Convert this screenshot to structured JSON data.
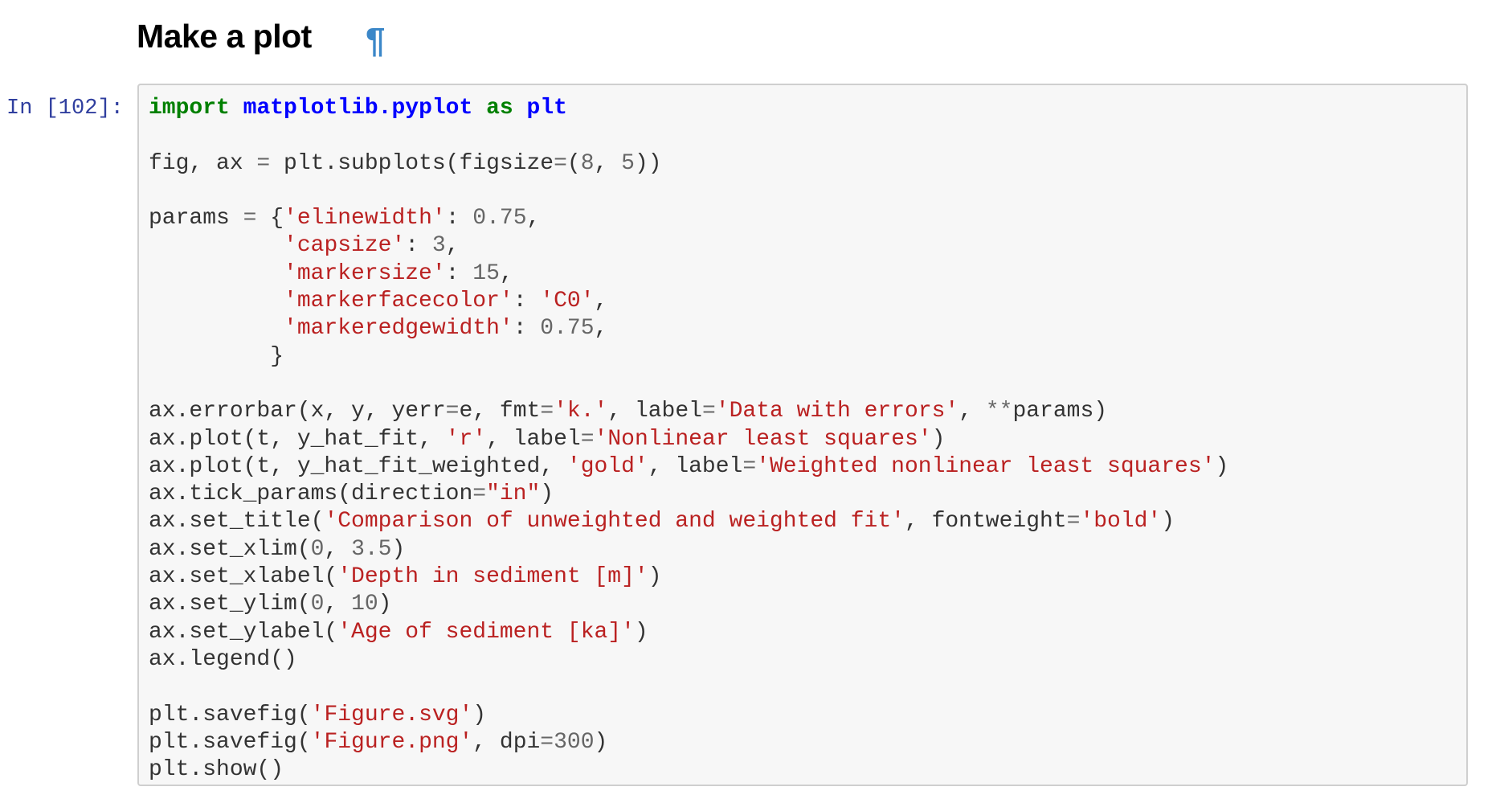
{
  "heading": {
    "title": "Make a plot",
    "anchor": "¶"
  },
  "cell": {
    "prompt": "In [102]:",
    "lines": [
      [
        [
          "kw",
          "import"
        ],
        [
          "txt",
          " "
        ],
        [
          "mod",
          "matplotlib.pyplot"
        ],
        [
          "txt",
          " "
        ],
        [
          "kw",
          "as"
        ],
        [
          "txt",
          " "
        ],
        [
          "mod",
          "plt"
        ]
      ],
      [],
      [
        [
          "txt",
          "fig, ax "
        ],
        [
          "op",
          "="
        ],
        [
          "txt",
          " plt.subplots(figsize"
        ],
        [
          "op",
          "="
        ],
        [
          "txt",
          "("
        ],
        [
          "num",
          "8"
        ],
        [
          "txt",
          ", "
        ],
        [
          "num",
          "5"
        ],
        [
          "txt",
          "))"
        ]
      ],
      [],
      [
        [
          "txt",
          "params "
        ],
        [
          "op",
          "="
        ],
        [
          "txt",
          " {"
        ],
        [
          "str",
          "'elinewidth'"
        ],
        [
          "txt",
          ": "
        ],
        [
          "num",
          "0.75"
        ],
        [
          "txt",
          ","
        ]
      ],
      [
        [
          "txt",
          "          "
        ],
        [
          "str",
          "'capsize'"
        ],
        [
          "txt",
          ": "
        ],
        [
          "num",
          "3"
        ],
        [
          "txt",
          ","
        ]
      ],
      [
        [
          "txt",
          "          "
        ],
        [
          "str",
          "'markersize'"
        ],
        [
          "txt",
          ": "
        ],
        [
          "num",
          "15"
        ],
        [
          "txt",
          ","
        ]
      ],
      [
        [
          "txt",
          "          "
        ],
        [
          "str",
          "'markerfacecolor'"
        ],
        [
          "txt",
          ": "
        ],
        [
          "str",
          "'C0'"
        ],
        [
          "txt",
          ","
        ]
      ],
      [
        [
          "txt",
          "          "
        ],
        [
          "str",
          "'markeredgewidth'"
        ],
        [
          "txt",
          ": "
        ],
        [
          "num",
          "0.75"
        ],
        [
          "txt",
          ","
        ]
      ],
      [
        [
          "txt",
          "         }"
        ]
      ],
      [],
      [
        [
          "txt",
          "ax.errorbar(x, y, yerr"
        ],
        [
          "op",
          "="
        ],
        [
          "txt",
          "e, fmt"
        ],
        [
          "op",
          "="
        ],
        [
          "str",
          "'k.'"
        ],
        [
          "txt",
          ", label"
        ],
        [
          "op",
          "="
        ],
        [
          "str",
          "'Data with errors'"
        ],
        [
          "txt",
          ", "
        ],
        [
          "op",
          "**"
        ],
        [
          "txt",
          "params)"
        ]
      ],
      [
        [
          "txt",
          "ax.plot(t, y_hat_fit, "
        ],
        [
          "str",
          "'r'"
        ],
        [
          "txt",
          ", label"
        ],
        [
          "op",
          "="
        ],
        [
          "str",
          "'Nonlinear least squares'"
        ],
        [
          "txt",
          ")"
        ]
      ],
      [
        [
          "txt",
          "ax.plot(t, y_hat_fit_weighted, "
        ],
        [
          "str",
          "'gold'"
        ],
        [
          "txt",
          ", label"
        ],
        [
          "op",
          "="
        ],
        [
          "str",
          "'Weighted nonlinear least squares'"
        ],
        [
          "txt",
          ")"
        ]
      ],
      [
        [
          "txt",
          "ax.tick_params(direction"
        ],
        [
          "op",
          "="
        ],
        [
          "str",
          "\"in\""
        ],
        [
          "txt",
          ")"
        ]
      ],
      [
        [
          "txt",
          "ax.set_title("
        ],
        [
          "str",
          "'Comparison of unweighted and weighted fit'"
        ],
        [
          "txt",
          ", fontweight"
        ],
        [
          "op",
          "="
        ],
        [
          "str",
          "'bold'"
        ],
        [
          "txt",
          ")"
        ]
      ],
      [
        [
          "txt",
          "ax.set_xlim("
        ],
        [
          "num",
          "0"
        ],
        [
          "txt",
          ", "
        ],
        [
          "num",
          "3.5"
        ],
        [
          "txt",
          ")"
        ]
      ],
      [
        [
          "txt",
          "ax.set_xlabel("
        ],
        [
          "str",
          "'Depth in sediment [m]'"
        ],
        [
          "txt",
          ")"
        ]
      ],
      [
        [
          "txt",
          "ax.set_ylim("
        ],
        [
          "num",
          "0"
        ],
        [
          "txt",
          ", "
        ],
        [
          "num",
          "10"
        ],
        [
          "txt",
          ")"
        ]
      ],
      [
        [
          "txt",
          "ax.set_ylabel("
        ],
        [
          "str",
          "'Age of sediment [ka]'"
        ],
        [
          "txt",
          ")"
        ]
      ],
      [
        [
          "txt",
          "ax.legend()"
        ]
      ],
      [],
      [
        [
          "txt",
          "plt.savefig("
        ],
        [
          "str",
          "'Figure.svg'"
        ],
        [
          "txt",
          ")"
        ]
      ],
      [
        [
          "txt",
          "plt.savefig("
        ],
        [
          "str",
          "'Figure.png'"
        ],
        [
          "txt",
          ", dpi"
        ],
        [
          "op",
          "="
        ],
        [
          "num",
          "300"
        ],
        [
          "txt",
          ")"
        ]
      ],
      [
        [
          "txt",
          "plt.show()"
        ]
      ]
    ]
  }
}
